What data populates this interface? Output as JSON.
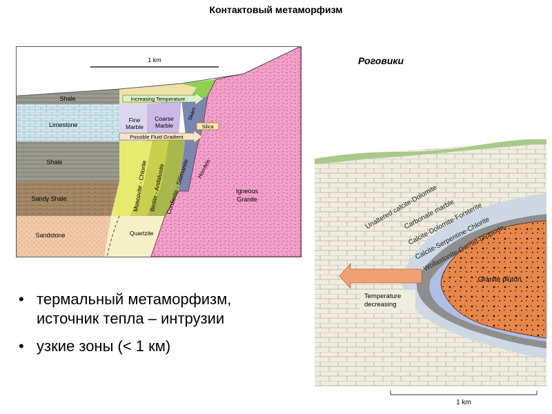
{
  "page": {
    "title": "Контактовый метаморфизм",
    "subtitle": "Роговики",
    "bullets": [
      "термальный метаморфизм, источник тепла – интрузии",
      "узкие зоны (< 1 км)"
    ]
  },
  "left_diagram": {
    "scale_label": "1 km",
    "layers": {
      "shale_top": "Shale",
      "limestone": "Limestone",
      "shale_mid": "Shale",
      "sandy_shale": "Sandy Shale",
      "sandstone": "Sandstone"
    },
    "zones": {
      "fine_marble": [
        "Fine",
        "Marble"
      ],
      "coarse_marble": [
        "Coarse",
        "Marble"
      ],
      "quartzite": "Quartzite",
      "muscovite_chlorite": "Muscovite - Chlorite",
      "biotite_andalusite": "Biotite - Andalusite",
      "cordierite_sillimanite": "Cordierite - Sillimanite",
      "skarn": "Skarn",
      "hornfels": "Hornfels",
      "silica": "Silica",
      "granite": [
        "Igneous",
        "Granite"
      ]
    },
    "arrows": {
      "temperature": "Increasing Temperature",
      "fluid": "Possible Fluid Gradient"
    },
    "colors": {
      "shale": "#9a9a8e",
      "limestone": "#cfe6ee",
      "sandy_shale": "#a58a6a",
      "sandstone": "#f2c8a6",
      "quartzite": "#f6f0c8",
      "muscovite": "#e6ea6e",
      "biotite": "#c7cf4c",
      "cordierite": "#a8b84c",
      "granite": "#f2a0c9",
      "skarn": "#8fd14f",
      "hornfels": "#7a86b0"
    }
  },
  "right_diagram": {
    "zones": [
      "Unaltered calcite-Dolomite",
      "Carbonate marble",
      "Calcite-Dolomite-Forsterite",
      "Calcite-Serpentine-Chlorite",
      "Wollastonite-Garnet-Diopside"
    ],
    "pluton": "Granite pluton",
    "arrow_label": [
      "Temperature",
      "decreasing"
    ],
    "scale_label": "1 km",
    "colors": {
      "limestone": "#efece0",
      "halo_outer": "#cdd8e4",
      "halo_grey": "#8e8e8e",
      "halo_blue": "#aebfe3",
      "halo_inner": "#b6c0ee",
      "pluton": "#e8874a",
      "arrow": "#f0a074"
    }
  }
}
